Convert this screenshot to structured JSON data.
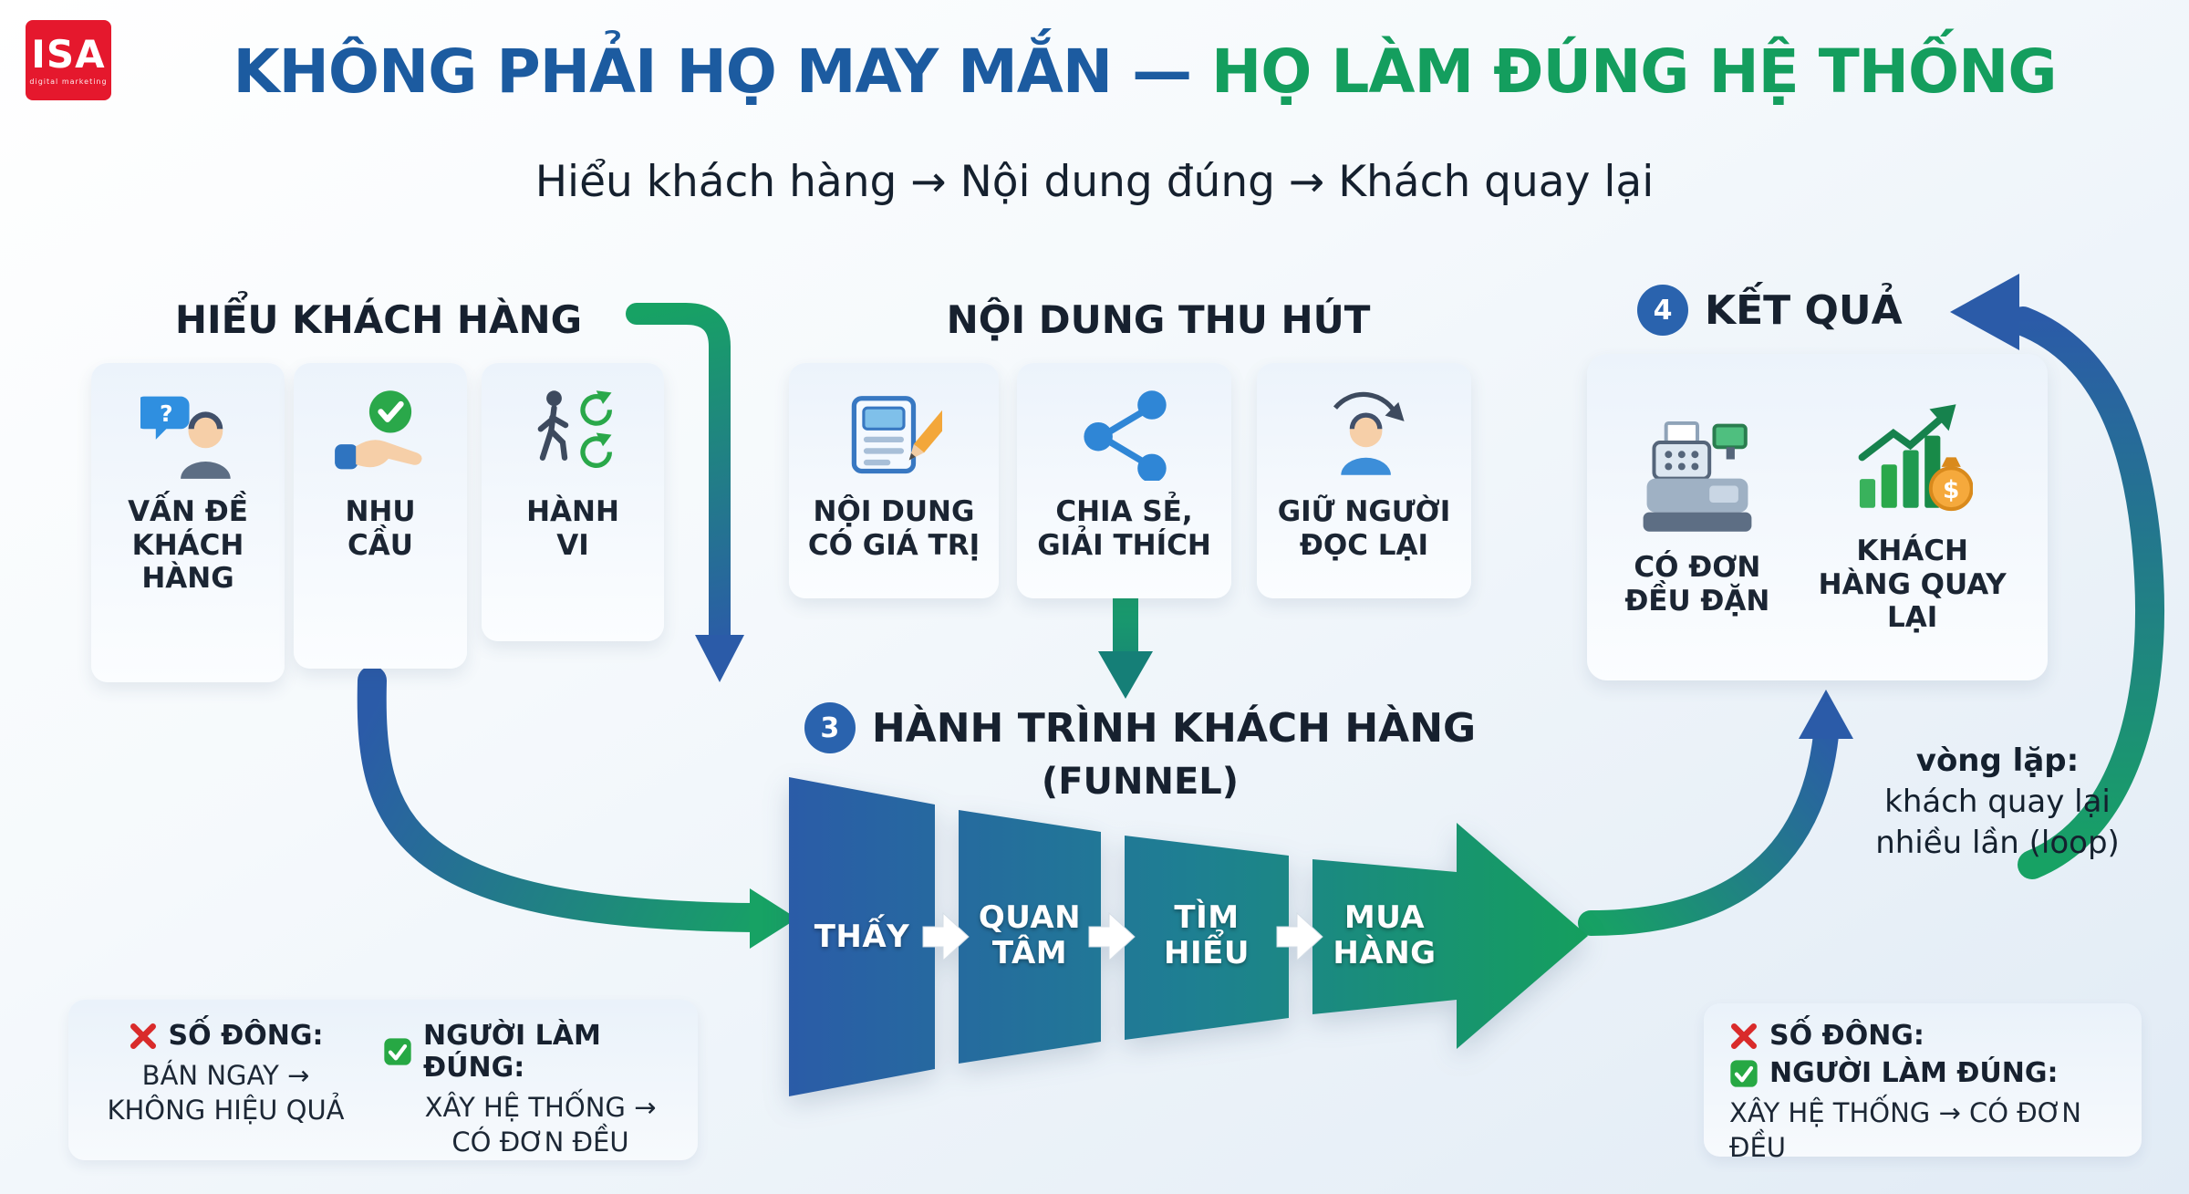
{
  "colors": {
    "title_blue": "#1c5ba0",
    "title_green": "#149e5e",
    "logo_red": "#e5182d",
    "funnel_blue": "#2b5ba8",
    "funnel_green": "#14a05c",
    "badge_blue": "#2a63ae",
    "cross_red": "#d92b2b",
    "check_green": "#27a844"
  },
  "glyphs": {
    "question": "?",
    "dollar": "$"
  },
  "header": {
    "logo": "ISA",
    "logo_sub": "digital marketing",
    "title_blue": "KHÔNG PHẢI HỌ MAY MẮN — ",
    "title_green": "HỌ LÀM ĐÚNG HỆ THỐNG",
    "subtitle": "Hiểu khách hàng → Nội dung đúng → Khách quay lại"
  },
  "understand": {
    "title": "HIỂU KHÁCH HÀNG",
    "cards": [
      {
        "label": "VẤN ĐỀ KHÁCH HÀNG",
        "icon": "person-question-icon"
      },
      {
        "label": "NHU CẦU",
        "icon": "hand-check-icon"
      },
      {
        "label": "HÀNH VI",
        "icon": "walking-person-icon"
      }
    ]
  },
  "content": {
    "title": "NỘI DUNG THU HÚT",
    "cards": [
      {
        "label": "NỘI DUNG CÓ GIÁ TRỊ",
        "icon": "news-pencil-icon"
      },
      {
        "label": "CHIA SẺ, GIẢI THÍCH",
        "icon": "share-icon"
      },
      {
        "label": "GIỮ NGƯỜI ĐỌC LẠI",
        "icon": "person-refresh-icon"
      }
    ]
  },
  "funnel": {
    "number": "3",
    "title": "HÀNH TRÌNH KHÁCH HÀNG",
    "subtitle": "(FUNNEL)",
    "stages": [
      {
        "label": "THẤY"
      },
      {
        "label": "QUAN TÂM"
      },
      {
        "label": "TÌM HIỂU"
      },
      {
        "label": "MUA HÀNG"
      }
    ]
  },
  "results": {
    "number": "4",
    "title": "KẾT QUẢ",
    "cards": [
      {
        "label": "CÓ ĐƠN ĐỀU ĐẶN",
        "icon": "cash-register-icon"
      },
      {
        "label": "KHÁCH HÀNG QUAY LẠI",
        "icon": "growth-chart-icon"
      }
    ],
    "loop_lines": [
      "vòng lặp:",
      "khách quay lại",
      "nhiều lần (loop)"
    ]
  },
  "callout_left": {
    "bad_title": "SỐ ĐÔNG:",
    "bad_line1": "BÁN NGAY →",
    "bad_line2": "KHÔNG HIỆU QUẢ",
    "good_title": "NGƯỜI LÀM ĐÚNG:",
    "good_line1": "XÂY HỆ THỐNG →",
    "good_line2": "CÓ ĐƠN ĐỀU"
  },
  "callout_right": {
    "bad_title": "SỐ ĐÔNG:",
    "good_title": "NGƯỜI LÀM ĐÚNG:",
    "good_line": "XÂY HỆ THỐNG → CÓ ĐƠN ĐỀU"
  }
}
